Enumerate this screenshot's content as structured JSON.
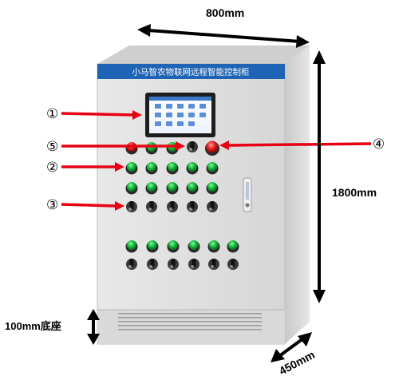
{
  "dimensions": {
    "width_label": "800mm",
    "height_label": "1800mm",
    "depth_label": "450mm",
    "base_label": "100mm底座"
  },
  "cabinet": {
    "title": "小马智农物联网远程智能控制柜",
    "band_color": "#1f63b4",
    "body_color": "#dcdcdc"
  },
  "callouts": [
    "①",
    "②",
    "③",
    "④",
    "⑤"
  ],
  "arrow_color": "#e60012",
  "rows": {
    "row1": [
      "red",
      "green",
      "green",
      "switch",
      "red-big"
    ],
    "row2": [
      "green",
      "green",
      "green",
      "green",
      "green"
    ],
    "row2b": [
      "green",
      "green",
      "green",
      "green",
      "green"
    ],
    "row3": [
      "switch",
      "switch",
      "switch",
      "switch",
      "switch"
    ],
    "row4": [
      "green",
      "green",
      "green",
      "green",
      "green",
      "green"
    ],
    "row5": [
      "switch",
      "switch",
      "switch",
      "switch",
      "switch",
      "switch"
    ]
  }
}
